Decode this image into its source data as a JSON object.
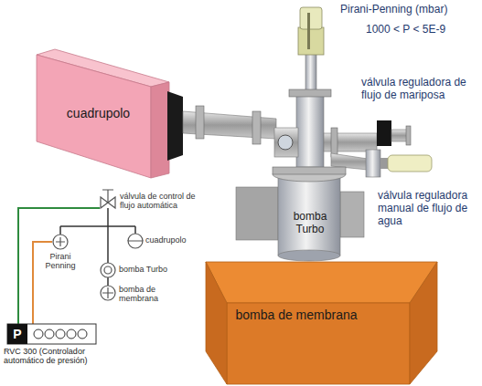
{
  "diagram": {
    "nodes": [
      {
        "text": [
          "cuadrupolo"
        ]
      },
      {
        "text": [
          "bomba Turbo"
        ]
      },
      {
        "text": [
          "bomba de membrana"
        ]
      },
      {
        "text": [
          "P",
          "RVC 300 (Controlador automático de presión)"
        ]
      }
    ],
    "labels": [
      "Pirani-Penning (mbar)",
      "1000 < P < 5E-9",
      "válvula reguladora de flujo de mariposa",
      "válvula reguladora manual de flujo de agua",
      "válvula de control de flujo automática",
      "Pirani Penning",
      "cuadrupolo",
      "bomba Turbo",
      "bomba de membrana"
    ]
  }
}
